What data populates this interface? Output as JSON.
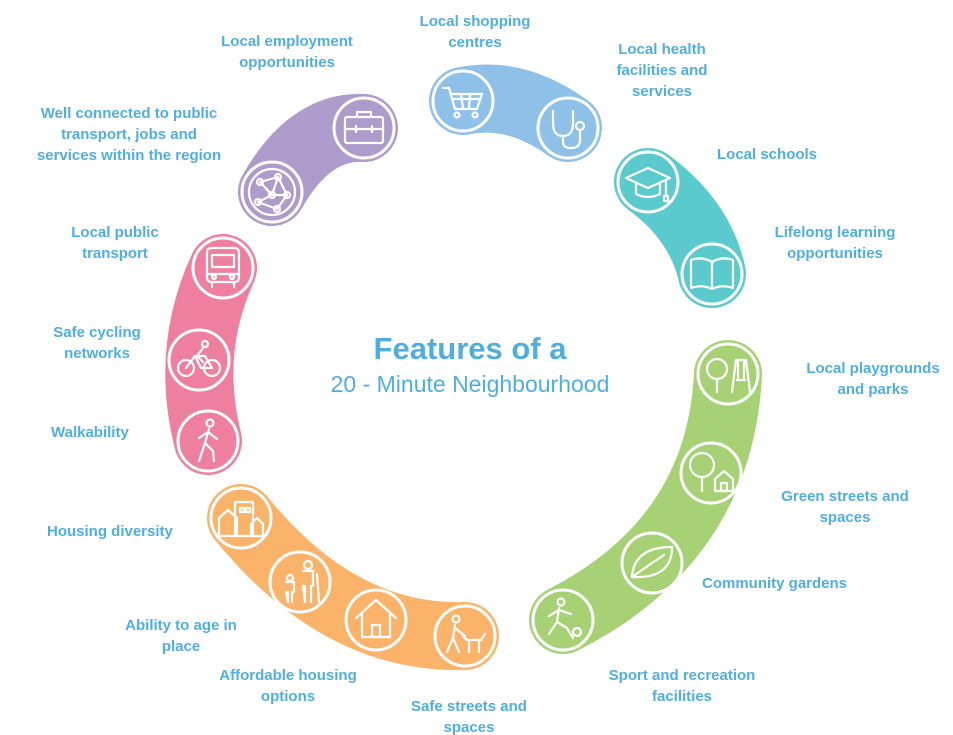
{
  "title": {
    "line1": "Features of a",
    "line2": "20 - Minute Neighbourhood"
  },
  "colors": {
    "label_text": "#4faee0",
    "purple": "#ad9bcb",
    "blue": "#8ec0e8",
    "teal": "#5bcacd",
    "green": "#a6d174",
    "orange": "#fbb36a",
    "pink": "#ef7f9e"
  },
  "labels": {
    "local_employment": "Local employment\nopportunities",
    "local_shopping": "Local shopping\ncentres",
    "local_health": "Local health\nfacilities and\nservices",
    "local_schools": "Local schools",
    "lifelong_learning": "Lifelong learning\nopportunities",
    "well_connected": "Well connected to public\ntransport, jobs and\nservices within the region",
    "local_public_transport": "Local public\ntransport",
    "safe_cycling": "Safe cycling\nnetworks",
    "walkability": "Walkability",
    "playgrounds": "Local playgrounds\nand parks",
    "green_streets": "Green streets and\nspaces",
    "community_gardens": "Community gardens",
    "sport_recreation": "Sport and recreation\nfacilities",
    "housing_diversity": "Housing diversity",
    "age_in_place": "Ability to age in\nplace",
    "affordable_housing": "Affordable housing\noptions",
    "safe_streets": "Safe streets and\nspaces"
  },
  "icons": [
    "briefcase-icon",
    "network-globe-icon",
    "shopping-cart-icon",
    "stethoscope-icon",
    "graduation-cap-icon",
    "open-book-icon",
    "bus-icon",
    "cyclist-icon",
    "pedestrian-icon",
    "playground-icon",
    "trees-house-icon",
    "leaf-icon",
    "soccer-player-icon",
    "houses-icon",
    "family-icon",
    "house-icon",
    "dog-walker-icon"
  ]
}
